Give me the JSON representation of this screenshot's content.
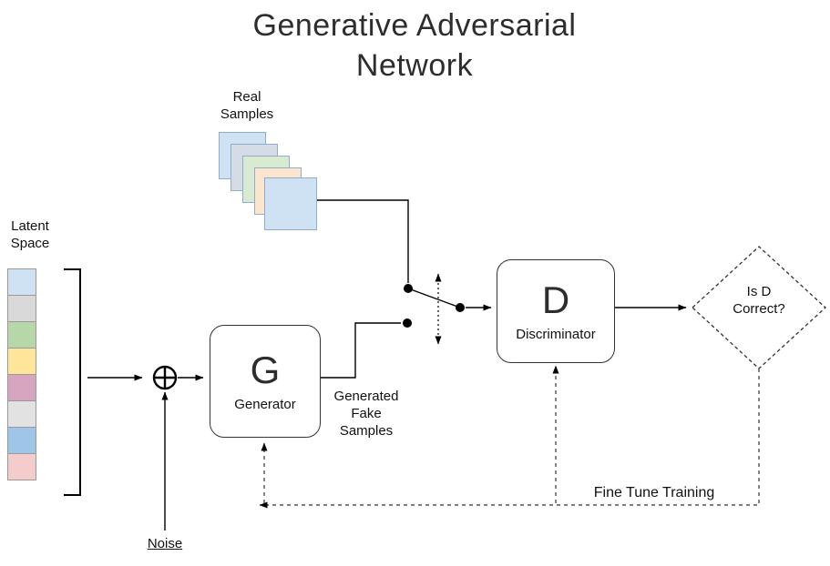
{
  "title": "Generative Adversarial\nNetwork",
  "real_samples": {
    "label": "Real\nSamples",
    "colors": [
      "#cfe2f3",
      "#d6dce5",
      "#d9ead3",
      "#fce5cd",
      "#cfe2f3"
    ]
  },
  "latent_space": {
    "label": "Latent\nSpace",
    "colors": [
      "#cfe2f3",
      "#d9d9d9",
      "#b6d7a8",
      "#ffe599",
      "#d5a6bd",
      "#e2e2e2",
      "#9fc5e8",
      "#f4cccc"
    ]
  },
  "noise": {
    "label": "Noise"
  },
  "generator": {
    "letter": "G",
    "label": "Generator"
  },
  "discriminator": {
    "letter": "D",
    "label": "Discriminator"
  },
  "generated_fake_samples": {
    "label": "Generated\nFake\nSamples"
  },
  "decision": {
    "label": "Is D\nCorrect?"
  },
  "feedback": {
    "label": "Fine Tune Training"
  }
}
